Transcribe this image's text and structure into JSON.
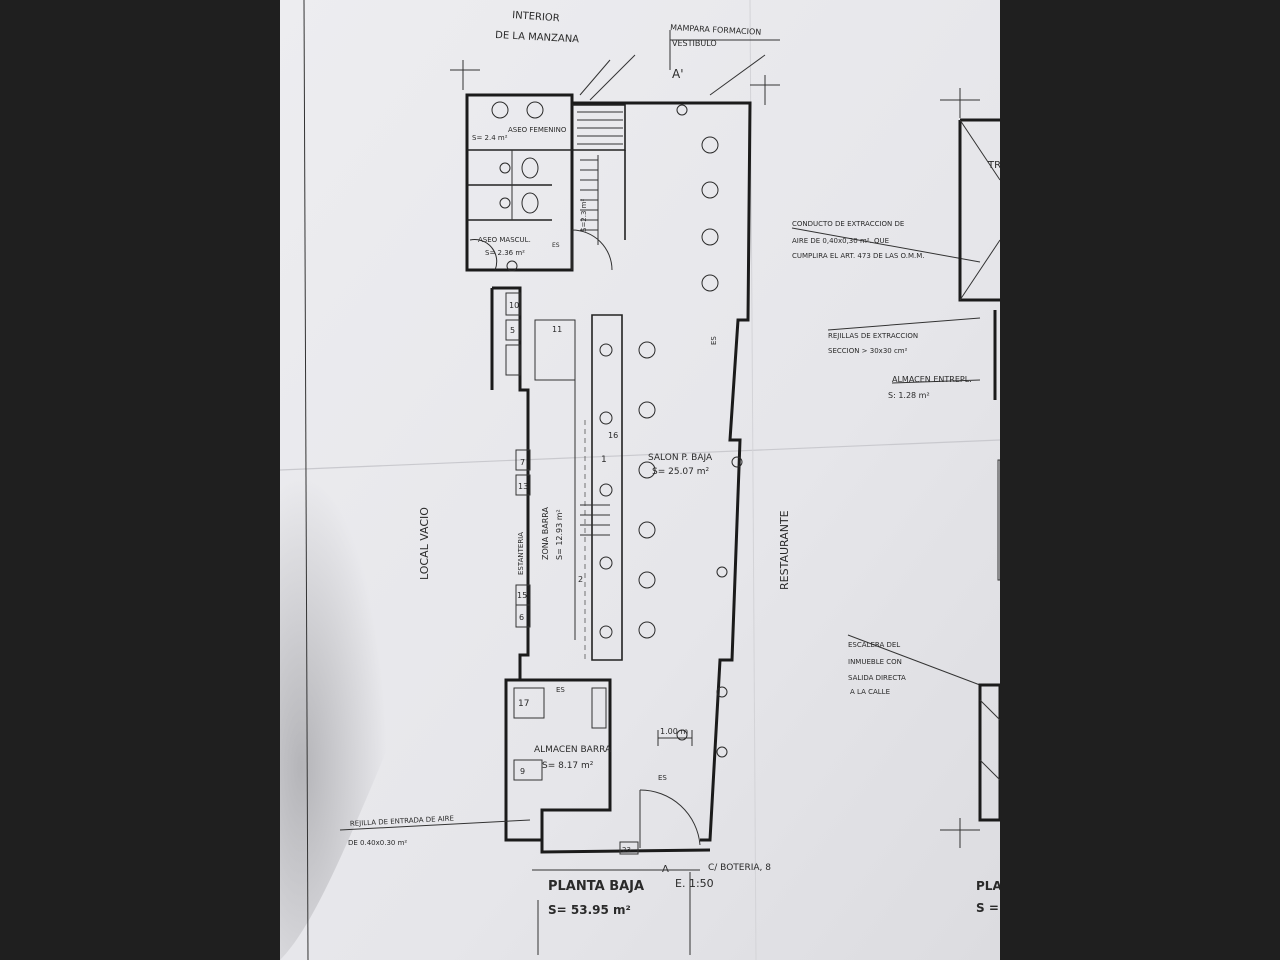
{
  "colors": {
    "paper": "#e9e9ec",
    "ink": "#2a2a2a",
    "shadow": "#1f1f1f"
  },
  "top_labels": {
    "interior": "INTERIOR",
    "de_la_manzana": "DE LA MANZANA",
    "mampara": "MAMPARA FORMACION",
    "vestibulo": "VESTIBULO",
    "section_marker_top": "A'"
  },
  "rooms": {
    "aseo_fem": "ASEO FEMENINO",
    "aseo_fem_area": "S= 2.4 m²",
    "aseo_masc": "ASEO MASCUL.",
    "aseo_masc_area": "S= 2.36 m²",
    "salon": "SALON P. BAJA",
    "salon_area": "S= 25.07 m²",
    "zona_barra": "ZONA BARRA",
    "zona_barra_area": "S= 12.93 m²",
    "almacen": "ALMACEN BARRA",
    "almacen_area": "S= 8.17 m²",
    "escalera_area": "S=2.3 m²"
  },
  "side_labels": {
    "local_vacio": "LOCAL VACIO",
    "restaurante": "RESTAURANTE",
    "estanteria": "ESTANTERIA"
  },
  "annotations": {
    "conducto_1": "CONDUCTO DE EXTRACCION DE",
    "conducto_2": "AIRE DE 0,40x0,30 m². QUE",
    "conducto_3": "CUMPLIRA EL ART. 473 DE LAS O.M.M.",
    "rejillas_1": "REJILLAS DE EXTRACCION",
    "rejillas_2": "SECCION > 30x30 cm²",
    "almacen_entrepl": "ALMACEN ENTREPL.",
    "almacen_entrepl_area": "S: 1.28 m²",
    "escalera_1": "ESCALERA DEL",
    "escalera_2": "INMUEBLE CON",
    "escalera_3": "SALIDA DIRECTA",
    "escalera_4": "A LA CALLE",
    "rejilla_1": "REJILLA DE ENTRADA DE AIRE",
    "rejilla_2": "DE 0.40x0.30 m²",
    "dim_door": "1.00 m",
    "calle": "C/ BOTERIA, 8",
    "section_marker_bottom": "A"
  },
  "title_block": {
    "title": "PLANTA BAJA",
    "scale": "E. 1:50",
    "total_area": "S= 53.95 m²",
    "right_title": "PLA",
    "right_area": "S ="
  },
  "tags": {
    "es": "ES",
    "n1": "1",
    "n2": "2",
    "n5": "5",
    "n6": "6",
    "n7": "7",
    "n9": "9",
    "n10": "10",
    "n11": "11",
    "n13": "13",
    "n15": "15",
    "n16": "16",
    "n17": "17",
    "n23": "23",
    "right_tr": "TR"
  }
}
